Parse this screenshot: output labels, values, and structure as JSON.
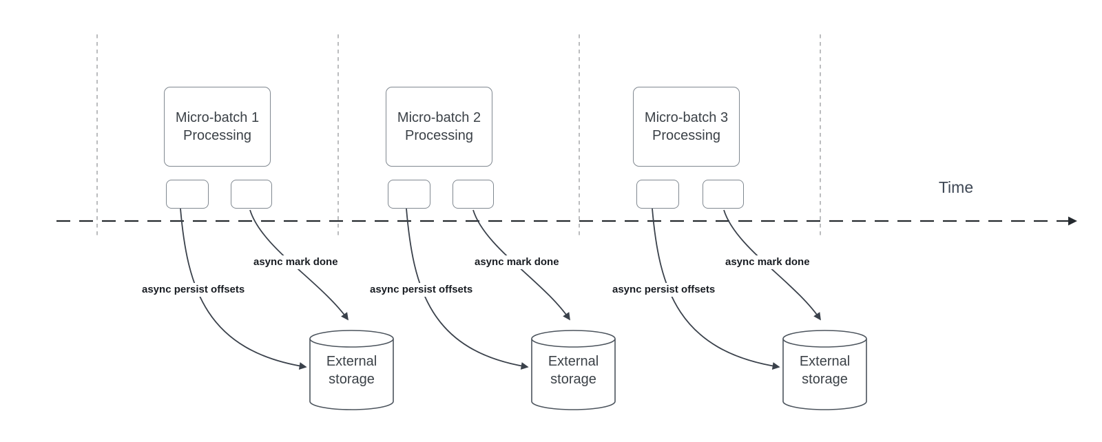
{
  "diagram": {
    "time_axis_label": "Time",
    "colors": {
      "connector": "#3a414b",
      "timeline": "#24292e",
      "guide_line": "#aaacae",
      "shape_border": "#7f878f",
      "cylinder_border": "#4b535c",
      "shape_text": "#3b4147",
      "connector_label_text": "#181c22"
    },
    "groups": [
      {
        "title_line1": "Micro-batch 1",
        "title_line2": "Processing",
        "persist_label": "async persist offsets",
        "mark_label": "async mark done",
        "storage_line1": "External",
        "storage_line2": "storage"
      },
      {
        "title_line1": "Micro-batch 2",
        "title_line2": "Processing",
        "persist_label": "async persist offsets",
        "mark_label": "async mark done",
        "storage_line1": "External",
        "storage_line2": "storage"
      },
      {
        "title_line1": "Micro-batch 3",
        "title_line2": "Processing",
        "persist_label": "async persist offsets",
        "mark_label": "async mark done",
        "storage_line1": "External",
        "storage_line2": "storage"
      }
    ]
  }
}
